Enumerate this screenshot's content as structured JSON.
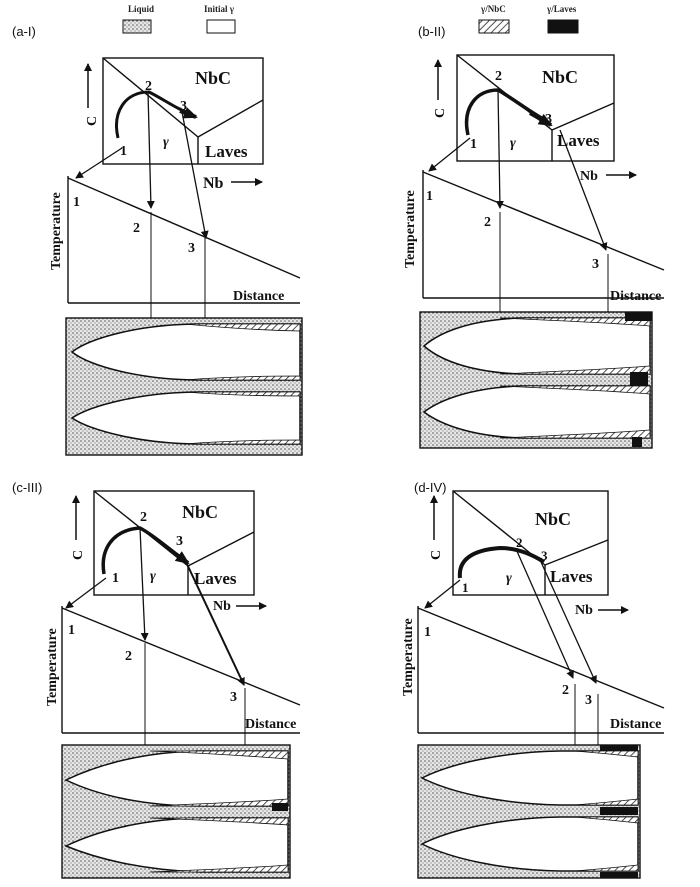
{
  "legend": {
    "liquid": "Liquid",
    "initial_gamma": "Initial γ",
    "gamma_nbc": "γ/NbC",
    "gamma_laves": "γ/Laves"
  },
  "panels": [
    {
      "tag": "(a-I)"
    },
    {
      "tag": "(b-II)"
    },
    {
      "tag": "(c-III)"
    },
    {
      "tag": "(d-IV)"
    }
  ],
  "common": {
    "nbc": "NbC",
    "laves": "Laves",
    "gamma": "γ",
    "c_axis": "C",
    "nb_axis": "Nb",
    "temperature": "Temperature",
    "distance": "Distance",
    "p1": "1",
    "p2": "2",
    "p3": "3"
  },
  "colors": {
    "ink": "#111111",
    "liquid_stipple": "#9a9a9a",
    "laves_fill": "#111111"
  }
}
